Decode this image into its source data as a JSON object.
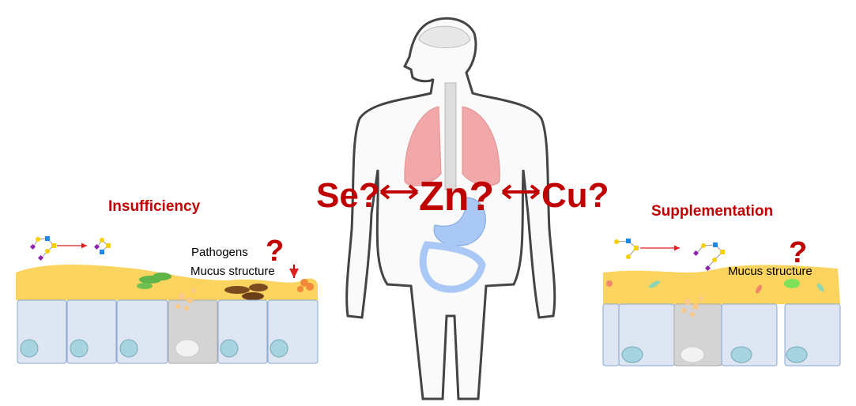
{
  "center": {
    "labels": [
      "Se?",
      "Zn?",
      "Cu?"
    ]
  },
  "left_panel": {
    "title": "Insufficiency",
    "pathogens_label": "Pathogens",
    "mucus_label": "Mucus structure",
    "question": "?"
  },
  "right_panel": {
    "title": "Supplementation",
    "mucus_label": "Mucus structure",
    "question": "?"
  },
  "colors": {
    "accent": "#c00000",
    "mucus": "#fbd35f",
    "cell": "#dde6f2",
    "lung": "#f2a0a0",
    "gut": "#a9c8f5"
  }
}
